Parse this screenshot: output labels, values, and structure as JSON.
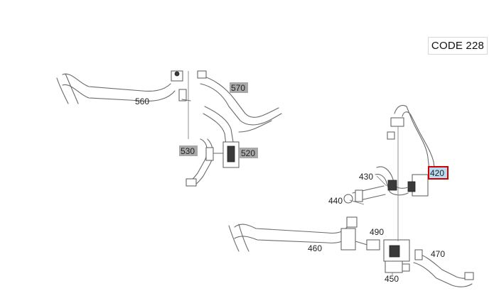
{
  "code_label": "CODE 228",
  "callouts": {
    "c560": "560",
    "c570": "570",
    "c530": "530",
    "c520": "520",
    "c420": "420",
    "c430": "430",
    "c440": "440",
    "c460": "460",
    "c490": "490",
    "c470": "470",
    "c450": "450"
  },
  "colors": {
    "callout_shaded": "#a9a9a9",
    "callout_selected_fill": "#b8dcf2",
    "callout_selected_border": "#d40000"
  }
}
